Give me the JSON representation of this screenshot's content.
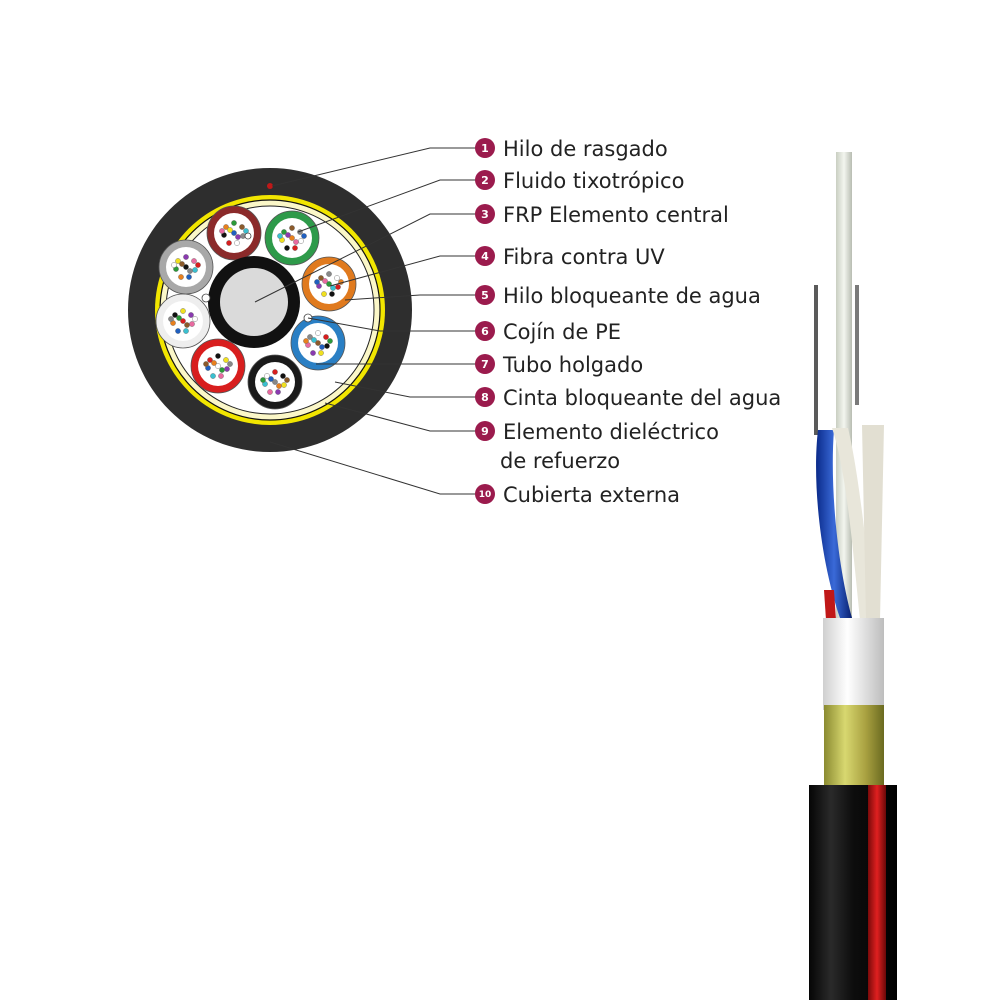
{
  "colors": {
    "badge": "#9b1b4d",
    "outer_jacket": "#2e2e2e",
    "yellow_layer": "#f2e600",
    "leader_line": "#333333"
  },
  "labels": [
    {
      "num": "1",
      "text": "Hilo de rasgado"
    },
    {
      "num": "2",
      "text": "Fluido tixotrópico"
    },
    {
      "num": "3",
      "text": "FRP Elemento central"
    },
    {
      "num": "4",
      "text": "Fibra contra UV"
    },
    {
      "num": "5",
      "text": "Hilo bloqueante de agua"
    },
    {
      "num": "6",
      "text": "Cojín de PE"
    },
    {
      "num": "7",
      "text": "Tubo holgado"
    },
    {
      "num": "8",
      "text": "Cinta bloqueante del agua"
    },
    {
      "num": "9",
      "text": "Elemento dieléctrico",
      "text2": "de refuerzo"
    },
    {
      "num": "10",
      "text": "Cubierta externa"
    }
  ],
  "tube_colors": [
    "#8b2a2a",
    "#2e9a4a",
    "#e07a1e",
    "#2a7fc4",
    "#1a1a1a",
    "#d81e1e",
    "#eeeeee",
    "#a8a8a8"
  ],
  "fiber_colors": [
    "#1f5fbf",
    "#e8801e",
    "#2a9a3a",
    "#8b5a2b",
    "#888888",
    "#ffffff",
    "#d81e1e",
    "#111111",
    "#f0e020",
    "#8a3ab0",
    "#e86aa0",
    "#3ac0d0"
  ]
}
